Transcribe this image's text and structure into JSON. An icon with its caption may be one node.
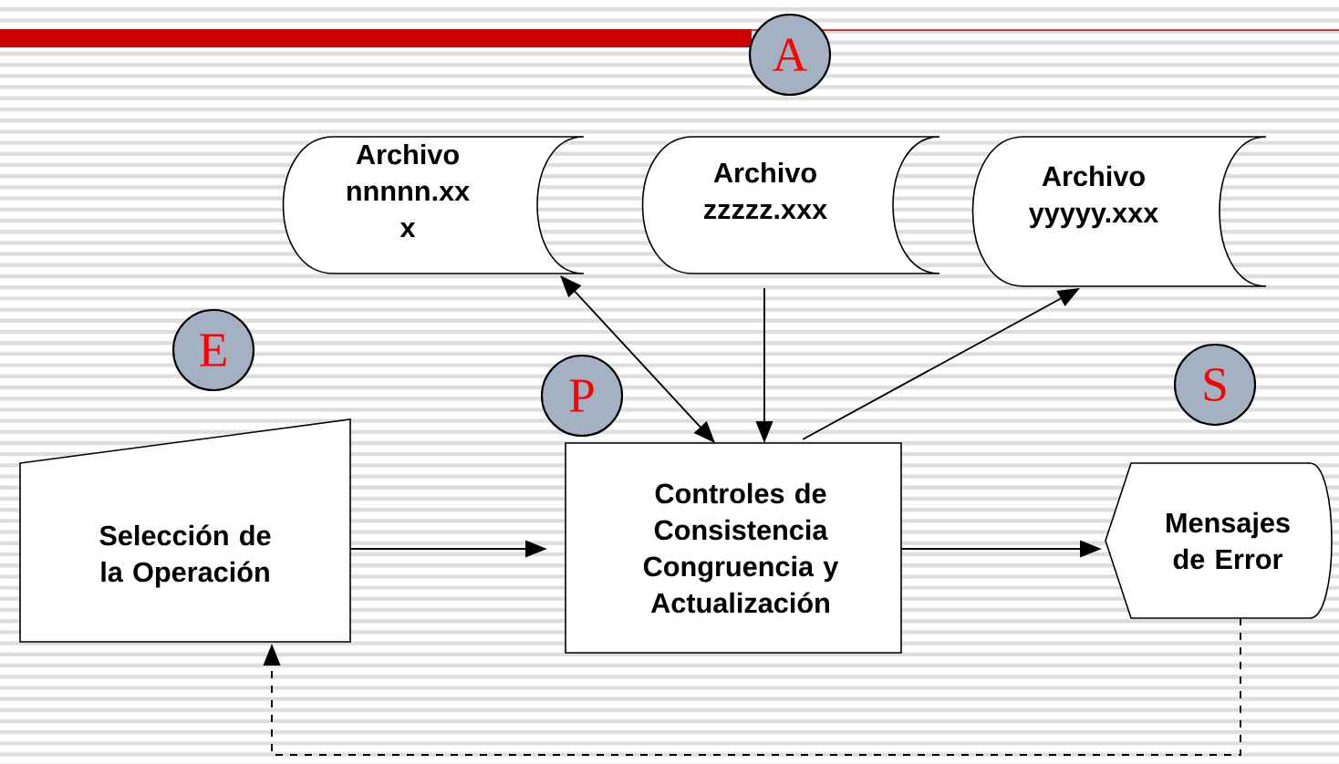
{
  "diagram": {
    "nodes": [
      {
        "text": [
          "A"
        ]
      },
      {
        "text": [
          "Archivo nnnnn.xx x"
        ]
      },
      {
        "text": [
          "Archivo zzzzz.xxx"
        ]
      },
      {
        "text": [
          "Archivo yyyyy.xxx"
        ]
      },
      {
        "text": [
          "E"
        ]
      },
      {
        "text": [
          "P"
        ]
      },
      {
        "text": [
          "S"
        ]
      },
      {
        "text": [
          "Selección de la Operación"
        ]
      },
      {
        "text": [
          "Controles de Consistencia Congruencia y Actualización"
        ]
      },
      {
        "text": [
          "Mensajes de Error"
        ]
      }
    ],
    "edges": [
      {
        "from": 1,
        "to": 8,
        "arrow": "both"
      },
      {
        "from": 2,
        "to": 8,
        "arrow": "to"
      },
      {
        "from": 8,
        "to": 3,
        "arrow": "to"
      },
      {
        "from": 7,
        "to": 8,
        "arrow": "to"
      },
      {
        "from": 8,
        "to": 9,
        "arrow": "to"
      },
      {
        "from": 9,
        "to": 7,
        "arrow": "to",
        "style": "dashed"
      }
    ]
  }
}
